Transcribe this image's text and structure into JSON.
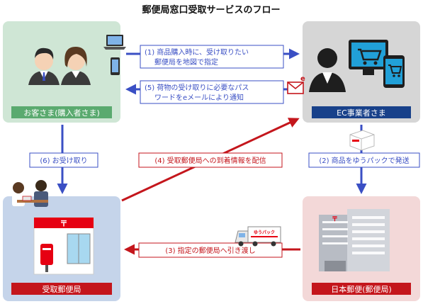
{
  "title": "郵便局窓口受取サービスのフロー",
  "nodes": {
    "customer": {
      "label": "お客さま(購入者さま)"
    },
    "ec": {
      "label": "EC事業者さま"
    },
    "pickup": {
      "label": "受取郵便局"
    },
    "japanpost": {
      "label": "日本郵便(郵便局)"
    }
  },
  "steps": {
    "s1": {
      "line1": "(1) 商品購入時に、受け取りたい",
      "line2": "郵便局を地図で指定"
    },
    "s2": {
      "text": "(2) 商品をゆうパックで発送"
    },
    "s3": {
      "text": "(3) 指定の郵便局へ引き渡し"
    },
    "s4": {
      "text": "(4) 受取郵便局への到着情報を配信"
    },
    "s5": {
      "line1": "(5) 荷物の受け取りに必要なパス",
      "line2": "ワードをeメールにより通知"
    },
    "s6": {
      "text": "(6) お受け取り"
    }
  },
  "email_icon_letter": "e",
  "truck_logo": "ゆうパック",
  "colors": {
    "customer_bg": "#cfe6d5",
    "customer_label": "#5aaa6f",
    "ec_bg": "#d6d6d6",
    "ec_label": "#18418a",
    "pickup_bg": "#c5d4ea",
    "pickup_label": "#c4161c",
    "japanpost_bg": "#f3d8d8",
    "japanpost_label": "#c4161c",
    "blue_arrow": "#3a4fc4",
    "red_arrow": "#c4161c"
  }
}
